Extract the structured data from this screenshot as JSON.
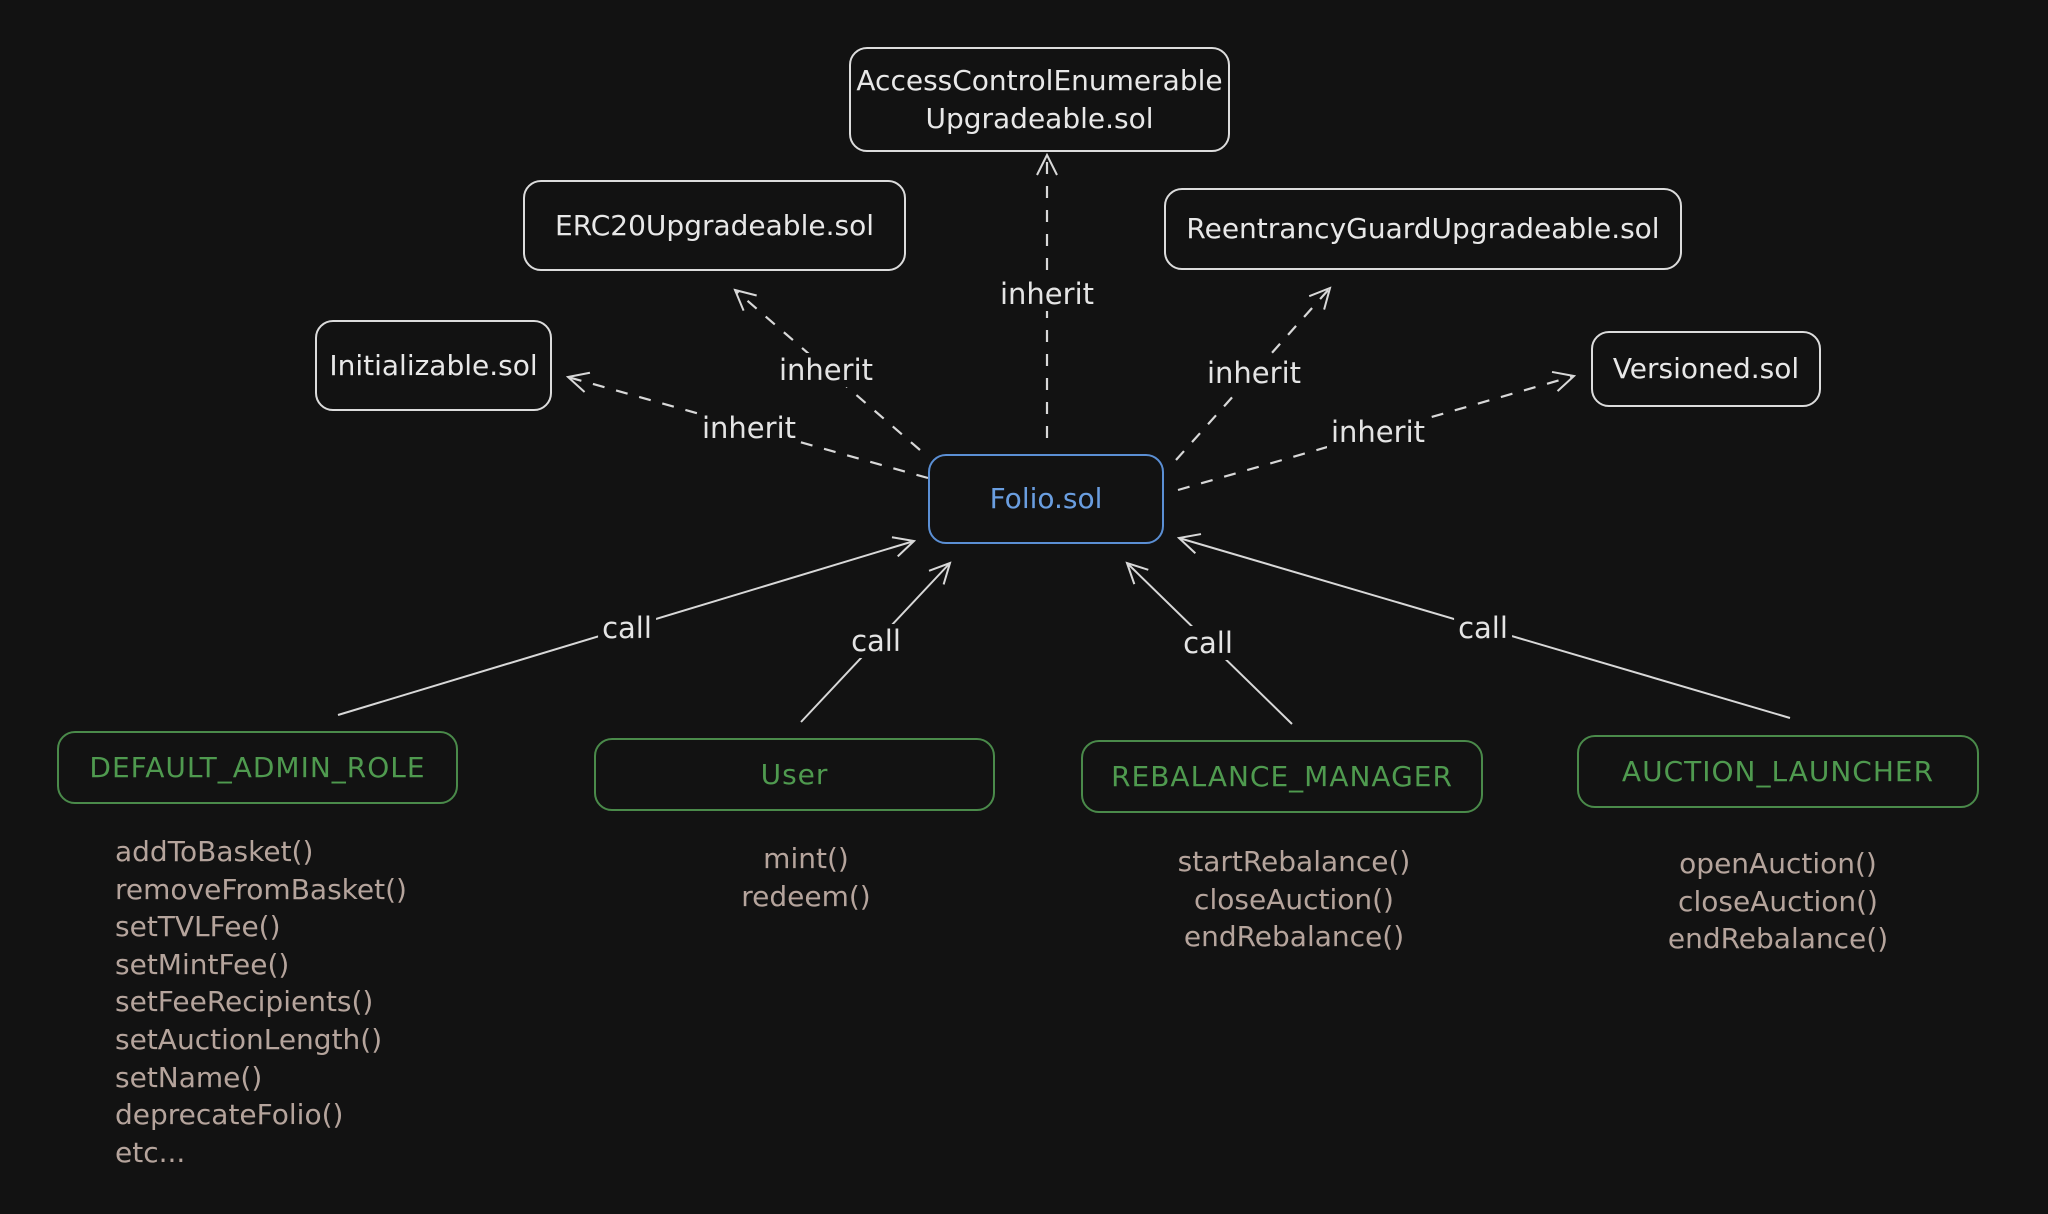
{
  "diagram": {
    "center": {
      "label": "Folio.sol",
      "color": "#6a9ee0"
    },
    "parents": [
      {
        "id": "access",
        "label_line1": "AccessControlEnumerable",
        "label_line2": "Upgradeable.sol"
      },
      {
        "id": "erc20",
        "label": "ERC20Upgradeable.sol"
      },
      {
        "id": "reentrancy",
        "label": "ReentrancyGuardUpgradeable.sol"
      },
      {
        "id": "initializable",
        "label": "Initializable.sol"
      },
      {
        "id": "versioned",
        "label": "Versioned.sol"
      }
    ],
    "inherit_label": "inherit",
    "call_label": "call",
    "roles": [
      {
        "id": "admin",
        "label": "DEFAULT_ADMIN_ROLE",
        "functions": [
          "addToBasket()",
          "removeFromBasket()",
          "setTVLFee()",
          "setMintFee()",
          "setFeeRecipients()",
          "setAuctionLength()",
          "setName()",
          "deprecateFolio()",
          "etc..."
        ]
      },
      {
        "id": "user",
        "label": "User",
        "functions": [
          "mint()",
          "redeem()"
        ]
      },
      {
        "id": "rebalance",
        "label": "REBALANCE_MANAGER",
        "functions": [
          "startRebalance()",
          "closeAuction()",
          "endRebalance()"
        ]
      },
      {
        "id": "auction",
        "label": "AUCTION_LAUNCHER",
        "functions": [
          "openAuction()",
          "closeAuction()",
          "endRebalance()"
        ]
      }
    ],
    "colors": {
      "background": "#121212",
      "node_border": "#dcdcdc",
      "center": "#5b8fd4",
      "role": "#4a8a4a",
      "function_text": "#b5a49c"
    }
  }
}
